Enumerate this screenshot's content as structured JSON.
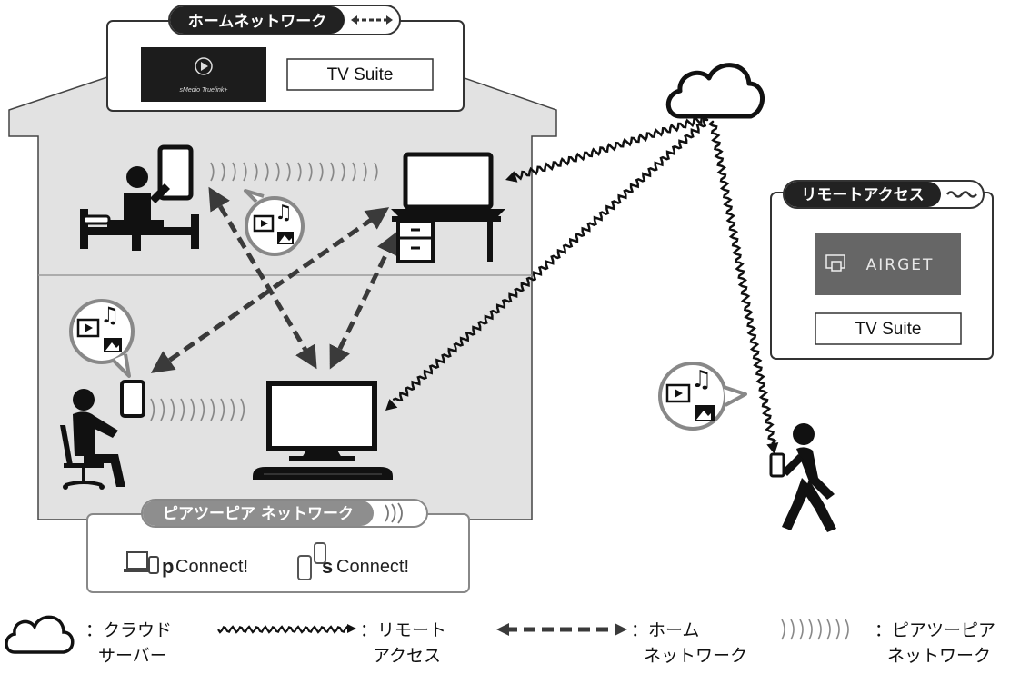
{
  "home_network": {
    "label": "ホームネットワーク",
    "brand_logo_text": "sMedio Truelink+",
    "product": "TV Suite"
  },
  "remote_access": {
    "label": "リモートアクセス",
    "brand_logo_text": "AIRGET",
    "product": "TV Suite"
  },
  "p2p_network": {
    "label": "ピアツーピア ネットワーク",
    "apps": [
      {
        "prefix": "p",
        "name": "Connect!"
      },
      {
        "prefix": "s",
        "name": "Connect!"
      }
    ]
  },
  "legend": {
    "cloud": {
      "line1": "：クラウド",
      "line2": "サーバー"
    },
    "remote": {
      "line1": "：リモート",
      "line2": "アクセス"
    },
    "home": {
      "line1": "：ホーム",
      "line2": "ネットワーク"
    },
    "p2p": {
      "line1": "：ピアツーピア",
      "line2": "ネットワーク"
    }
  },
  "colors": {
    "house_fill": "#e2e2e2",
    "pill_dark": "#222222",
    "pill_grey": "#8e8e8e",
    "logo_dark": "#1c1c1c",
    "logo_grey": "#666666"
  }
}
